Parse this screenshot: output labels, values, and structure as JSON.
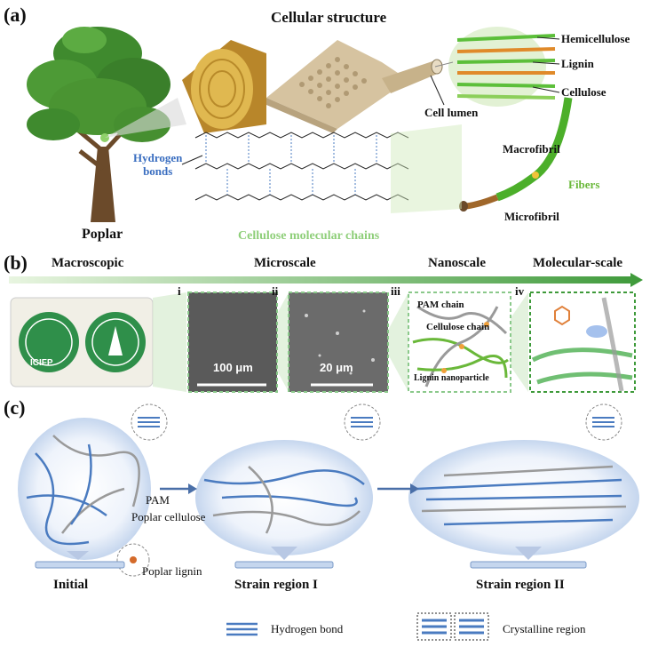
{
  "panel_a": {
    "letter": "(a)",
    "title": "Cellular structure",
    "tree_label": "Poplar",
    "labels": {
      "hemicellulose": "Hemicellulose",
      "lignin": "Lignin",
      "cellulose": "Cellulose",
      "cell_lumen": "Cell lumen",
      "macrofibril": "Macrofibril",
      "fibers": "Fibers",
      "microfibril": "Microfibril",
      "hydrogen_bonds": "Hydrogen\nbonds",
      "cellulose_chains": "Cellulose molecular chains"
    }
  },
  "panel_b": {
    "letter": "(b)",
    "scales": [
      "Macroscopic",
      "Microscale",
      "Nanoscale",
      "Molecular-scale"
    ],
    "subpanels": [
      "i",
      "ii",
      "iii",
      "iv"
    ],
    "logo_left": "ICIFP",
    "scale_bar_1": "100 μm",
    "scale_bar_2": "20 μm",
    "nano_labels": {
      "pam_chain": "PAM chain",
      "cellulose_chain": "Cellulose chain",
      "lignin_np": "Lignin nanoparticle"
    }
  },
  "panel_c": {
    "letter": "(c)",
    "labels": {
      "pam": "PAM",
      "poplar_cellulose": "Poplar cellulose",
      "poplar_lignin": "Poplar lignin"
    },
    "stages": [
      "Initial",
      "Strain region I",
      "Strain region II"
    ],
    "legend": {
      "hydrogen_bond": "Hydrogen bond",
      "crystalline_region": "Crystalline region"
    }
  },
  "colors": {
    "tree_green": "#3f8a2e",
    "trunk": "#6b4a2a",
    "wood_gold": "#c9a24a",
    "fiber_green": "#5cbf3a",
    "blue_chain": "#4a7bc0",
    "gray_chain": "#9a9a9a",
    "bar_green": "#5cb85c"
  }
}
